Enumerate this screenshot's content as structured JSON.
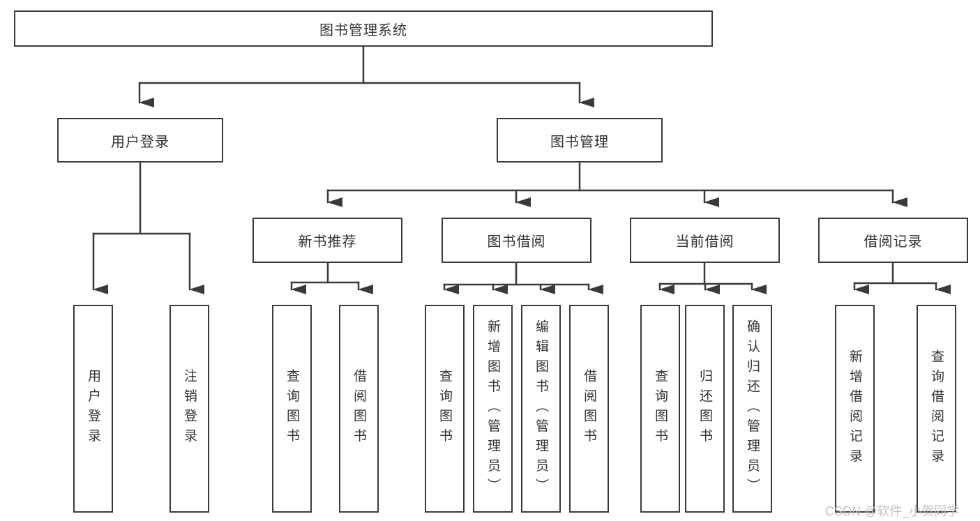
{
  "diagram": {
    "root": "图书管理系统",
    "level2": {
      "user_login": "用户登录",
      "book_mgmt": "图书管理"
    },
    "level3": {
      "new_books": "新书推荐",
      "borrow": "图书借阅",
      "current": "当前借阅",
      "records": "借阅记录"
    },
    "leaves": {
      "user_login": [
        "用户登录",
        "注销登录"
      ],
      "new_books": [
        "查询图书",
        "借阅图书"
      ],
      "borrow": [
        "查询图书",
        "新增图书（管理员）",
        "编辑图书（管理员）",
        "借阅图书"
      ],
      "current": [
        "查询图书",
        "归还图书",
        "确认归还（管理员）"
      ],
      "records": [
        "新增借阅记录",
        "查询借阅记录"
      ]
    }
  },
  "watermark": "CSDN @软件_小贺同学",
  "colors": {
    "line": "#3a3a3a",
    "text": "#333333",
    "watermark": "#c3c3c3",
    "background": "#ffffff"
  }
}
